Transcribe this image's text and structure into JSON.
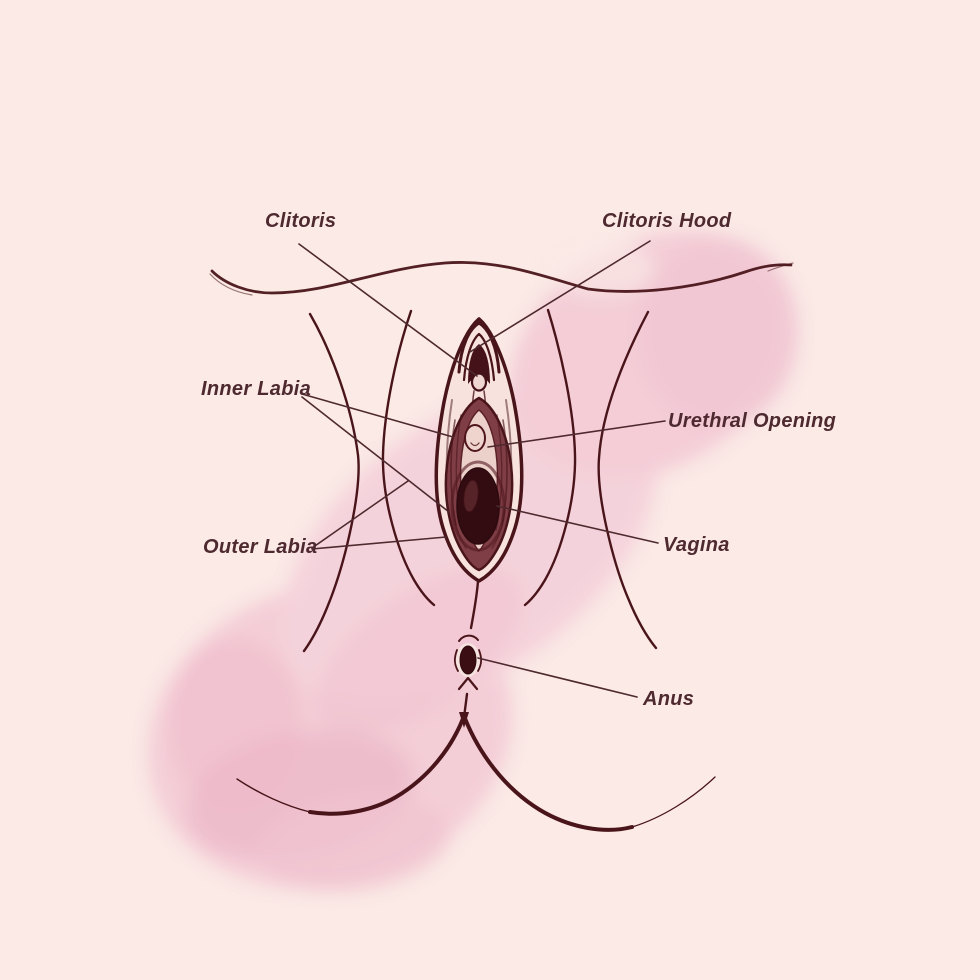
{
  "title": "Vulva anatomy diagram",
  "description": "Hand-drawn pencil sketch of external female genital anatomy over a pink watercolor wash, with seven labeled parts connected by thin leader lines.",
  "labels": {
    "clitoris": "Clitoris",
    "clitoris_hood": "Clitoris Hood",
    "inner_labia": "Inner Labia",
    "urethral_opening": "Urethral Opening",
    "outer_labia": "Outer Labia",
    "vagina": "Vagina",
    "anus": "Anus"
  },
  "colors": {
    "background": "#fbeae6",
    "wash_pink": "#f3cbd6",
    "wash_deep_pink": "#eaaec1",
    "ink": "#4a151a",
    "ink_dark": "#340c10",
    "label_text": "#4e2a30",
    "leader_line": "#4e292e",
    "vestibule_light": "#f2d8d2",
    "inner_labia_shade": "#7f3e46"
  }
}
